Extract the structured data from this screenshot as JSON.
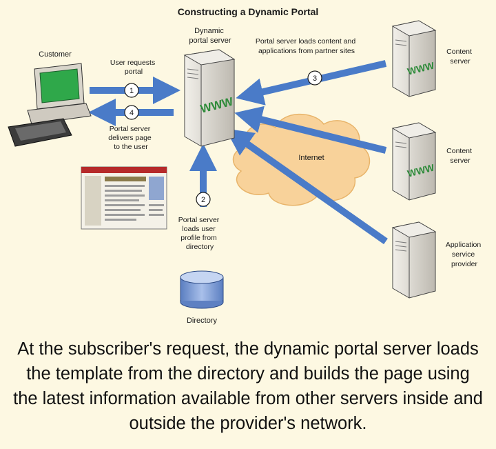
{
  "title": "Constructing a Dynamic Portal",
  "nodes": {
    "customer": "Customer",
    "portal_server": [
      "Dynamic",
      "portal server"
    ],
    "content_server_1": [
      "Content",
      "server"
    ],
    "content_server_2": [
      "Content",
      "server"
    ],
    "app_provider": [
      "Application",
      "service",
      "provider"
    ],
    "directory": "Directory",
    "internet": "Internet"
  },
  "steps": {
    "step1": {
      "number": "1",
      "label": [
        "User requests",
        "portal"
      ]
    },
    "step2": {
      "number": "2",
      "label": [
        "Portal server",
        "loads user",
        "profile from",
        "directory"
      ]
    },
    "step3": {
      "number": "3",
      "label": [
        "Portal server loads content and",
        "applications from partner sites"
      ]
    },
    "step4": {
      "number": "4",
      "label": [
        "Portal server",
        "delivers page",
        "to the user"
      ]
    }
  },
  "server_badge": "WWW",
  "caption": "At the subscriber's request, the dynamic portal server loads the template from the directory and builds the page using the latest information available from other servers inside and outside the provider's network.",
  "colors": {
    "background": "#fdf8e2",
    "arrow": "#4a7bc8",
    "cloud": "#f8d29a",
    "server_body": "#e6e3dc",
    "badge_text": "#2e8b3a",
    "directory": "#7f9fd6"
  }
}
